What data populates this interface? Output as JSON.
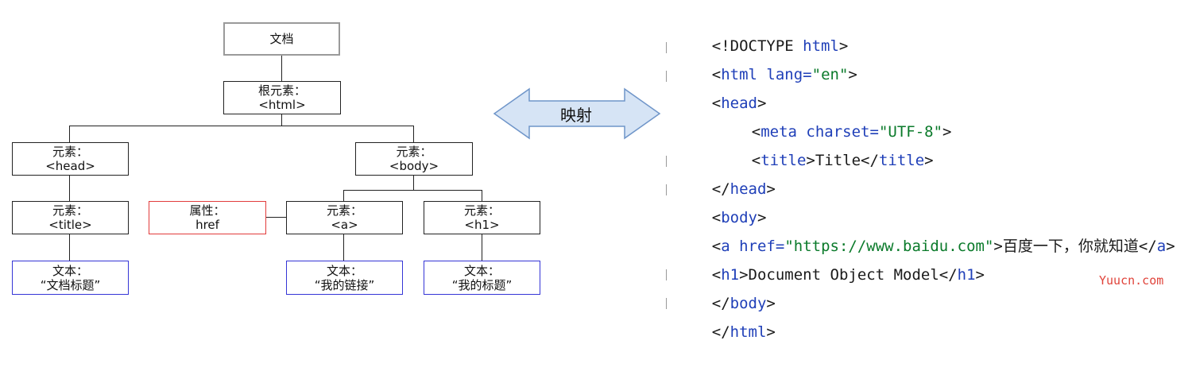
{
  "tree": {
    "doc": [
      "文档"
    ],
    "root": [
      "根元素：",
      "<html>"
    ],
    "head": [
      "元素：",
      "<head>"
    ],
    "body": [
      "元素：",
      "<body>"
    ],
    "title": [
      "元素：",
      "<title>"
    ],
    "attr": [
      "属性：",
      "href"
    ],
    "a": [
      "元素：",
      "<a>"
    ],
    "h1": [
      "元素：",
      "<h1>"
    ],
    "text_title": [
      "文本：",
      "“文档标题”"
    ],
    "text_a": [
      "文本：",
      "“我的链接”"
    ],
    "text_h1": [
      "文本：",
      "“我的标题”"
    ]
  },
  "arrow": {
    "label": "映射"
  },
  "code": {
    "line1": [
      "<!DOCTYPE ",
      "html",
      ">"
    ],
    "line2": [
      "<",
      "html",
      " lang=",
      "\"en\"",
      ">"
    ],
    "line3": [
      "<",
      "head",
      ">"
    ],
    "line4": [
      "<",
      "meta",
      " charset=",
      "\"UTF-8\"",
      ">"
    ],
    "line5": [
      "<",
      "title",
      ">Title</",
      "title",
      ">"
    ],
    "line6": [
      "</",
      "head",
      ">"
    ],
    "line7": [
      "<",
      "body",
      ">"
    ],
    "line8": [
      "<",
      "a",
      " href=",
      "\"https://www.baidu.com\"",
      ">",
      "百度一下，你就知道",
      "</",
      "a",
      ">"
    ],
    "line9": [
      "<",
      "h1",
      ">Document Object Model</",
      "h1",
      ">"
    ],
    "line10": [
      "</",
      "body",
      ">"
    ],
    "line11": [
      "</",
      "html",
      ">"
    ]
  },
  "watermark": "Yuucn.com",
  "colors": {
    "tag": "#1f3fb8",
    "string": "#0a7a2a",
    "attr_box": "#e23b3b",
    "text_box": "#3535d6",
    "arrow_fill": "#d6e4f5"
  }
}
